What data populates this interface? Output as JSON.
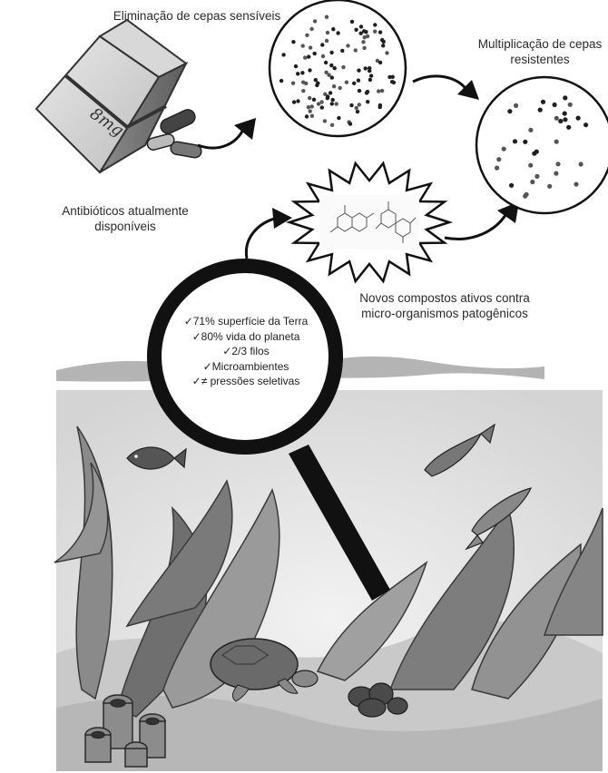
{
  "labels": {
    "elimination": "Eliminação de cepas sensíveis",
    "multiplication_line1": "Multiplicação de cepas",
    "multiplication_line2": "resistentes",
    "antibiotics_line1": "Antibióticos atualmente",
    "antibiotics_line2": "disponíveis",
    "compounds_line1": "Novos compostos ativos contra",
    "compounds_line2": "micro-organismos patogênicos",
    "box_label": "8mg"
  },
  "magnifier_items": [
    "✓71% superfície da Terra",
    "✓80% vida do planeta",
    "✓2/3 filos",
    "✓Microambientes",
    "✓≠ pressões seletivas"
  ],
  "colors": {
    "ink": "#1a1a1a",
    "water": "#9a9a9a",
    "sketch": "#6e6e6e"
  }
}
